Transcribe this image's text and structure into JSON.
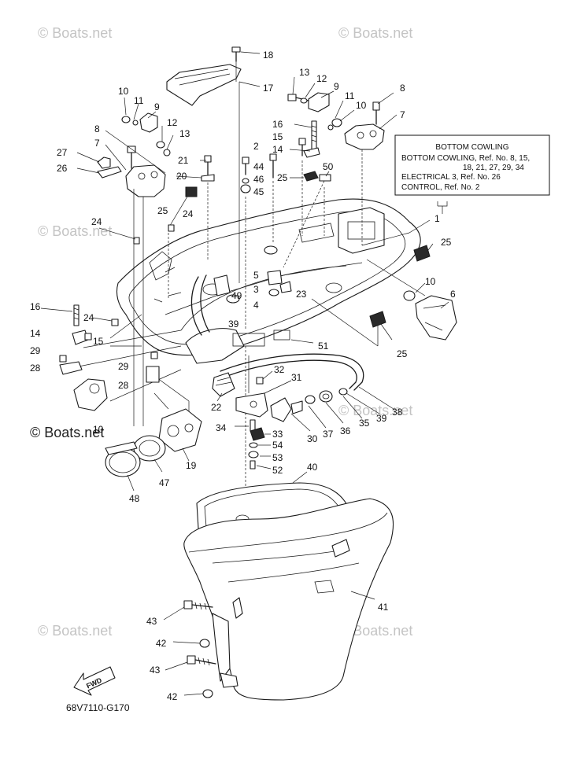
{
  "watermark": "© Boats.net",
  "drawing_code": "68V7110-G170",
  "fwd_label": "FWD",
  "note_box": {
    "lines": [
      "BOTTOM COWLING",
      "BOTTOM COWLING,  Ref. No. 8, 15,",
      "18, 21, 27, 29, 34",
      "ELECTRICAL 3, Ref. No. 26",
      "CONTROL, Ref. No. 2"
    ]
  },
  "callouts": [
    "1",
    "2",
    "3",
    "4",
    "5",
    "6",
    "7",
    "7",
    "8",
    "8",
    "9",
    "9",
    "10",
    "10",
    "10",
    "10",
    "11",
    "11",
    "12",
    "12",
    "13",
    "13",
    "14",
    "14",
    "15",
    "15",
    "16",
    "16",
    "17",
    "18",
    "19",
    "20",
    "21",
    "22",
    "23",
    "24",
    "24",
    "24",
    "25",
    "25",
    "25",
    "25",
    "26",
    "27",
    "28",
    "28",
    "29",
    "29",
    "30",
    "31",
    "32",
    "33",
    "34",
    "35",
    "36",
    "37",
    "38",
    "39",
    "39",
    "40",
    "41",
    "42",
    "42",
    "43",
    "43",
    "44",
    "45",
    "46",
    "47",
    "48",
    "49",
    "50",
    "51",
    "52",
    "53",
    "54"
  ]
}
